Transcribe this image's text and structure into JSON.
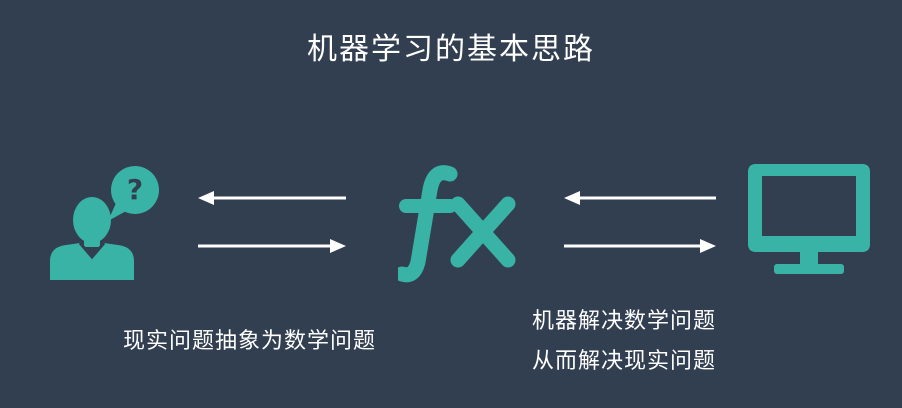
{
  "title": "机器学习的基本思路",
  "colors": {
    "background": "#323f51",
    "accent": "#39b3a5",
    "text": "#ffffff",
    "arrow": "#ffffff"
  },
  "icons": {
    "left": "person-question-icon",
    "middle": "function-fx-icon",
    "right": "monitor-icon"
  },
  "captions": {
    "left": "现实问题抽象为数学问题",
    "right_line1": "机器解决数学问题",
    "right_line2": "从而解决现实问题"
  }
}
